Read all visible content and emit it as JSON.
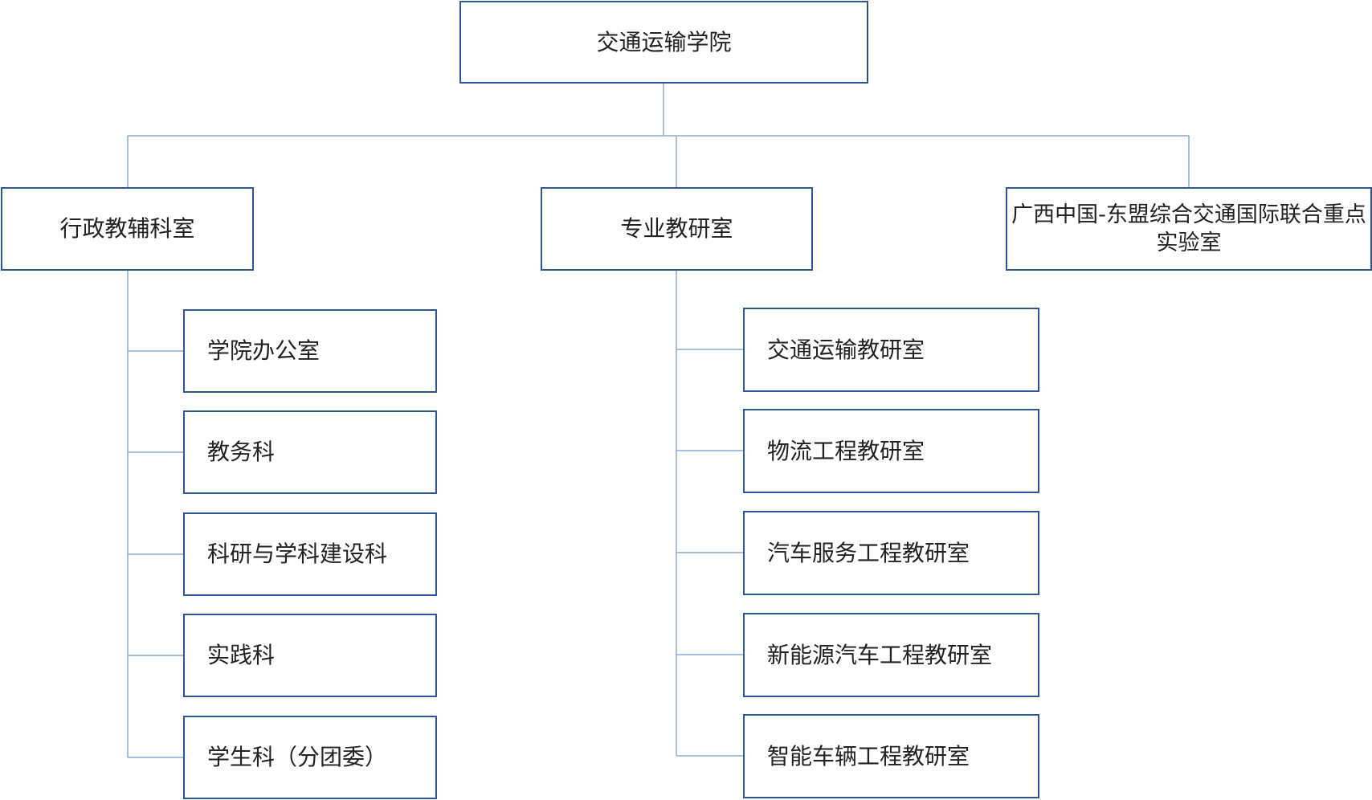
{
  "root": {
    "label": "交通运输学院"
  },
  "branches": {
    "admin": {
      "label": "行政教辅科室",
      "children": [
        "学院办公室",
        "教务科",
        "科研与学科建设科",
        "实践科",
        "学生科（分团委）"
      ]
    },
    "teaching": {
      "label": "专业教研室",
      "children": [
        "交通运输教研室",
        "物流工程教研室",
        "汽车服务工程教研室",
        "新能源汽车工程教研室",
        "智能车辆工程教研室"
      ]
    },
    "lab": {
      "label": "广西中国-东盟综合交通国际联合重点实验室"
    }
  },
  "colors": {
    "border": "#2f5597",
    "connector": "#8ea9cf",
    "text": "#222222"
  }
}
